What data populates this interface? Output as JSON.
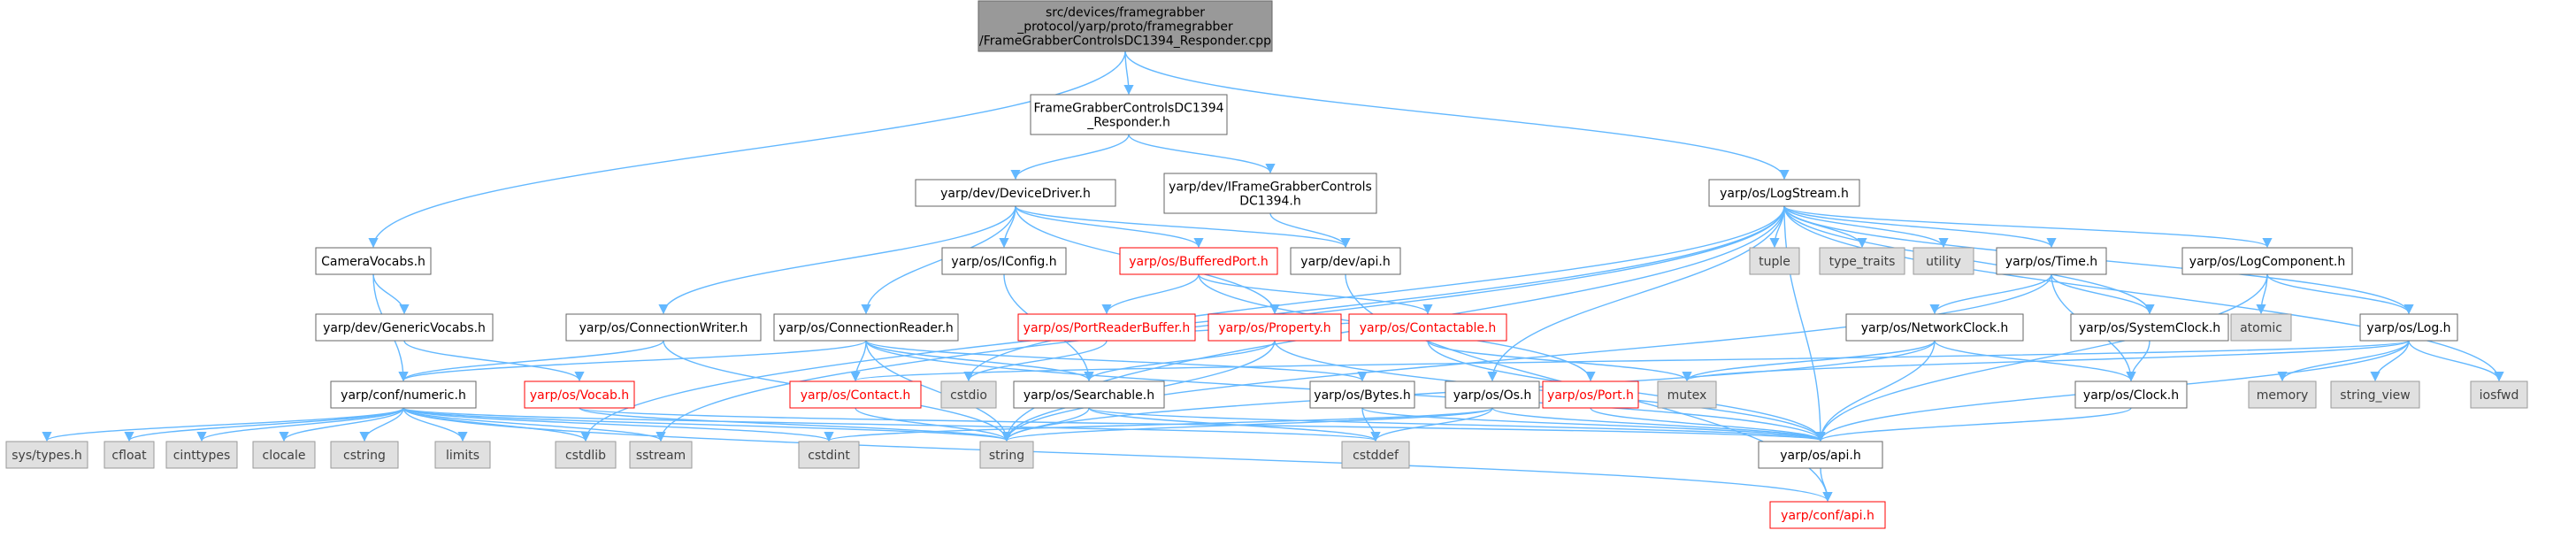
{
  "styles": {
    "root": {
      "fill": "#999999",
      "stroke": "#666666",
      "text": "#000000"
    },
    "normal": {
      "fill": "#ffffff",
      "stroke": "#666666",
      "text": "#000000"
    },
    "red": {
      "fill": "#ffffff",
      "stroke": "#ff0000",
      "text": "#ff0000"
    },
    "gray": {
      "fill": "#e0e0e0",
      "stroke": "#999999",
      "text": "#404040"
    },
    "edge_color": "#63b8ff"
  },
  "nodes": {
    "root": {
      "lines": [
        "src/devices/framegrabber",
        "_protocol/yarp/proto/framegrabber",
        "/FrameGrabberControlsDC1394_Responder.cpp"
      ],
      "style": "root"
    },
    "fgr": {
      "lines": [
        "FrameGrabberControlsDC1394",
        "_Responder.h"
      ],
      "style": "normal"
    },
    "camvocabs": {
      "lines": [
        "CameraVocabs.h"
      ],
      "style": "normal"
    },
    "devicedriver": {
      "lines": [
        "yarp/dev/DeviceDriver.h"
      ],
      "style": "normal"
    },
    "ifgc": {
      "lines": [
        "yarp/dev/IFrameGrabberControls",
        "DC1394.h"
      ],
      "style": "normal"
    },
    "logstream": {
      "lines": [
        "yarp/os/LogStream.h"
      ],
      "style": "normal"
    },
    "genericvocabs": {
      "lines": [
        "yarp/dev/GenericVocabs.h"
      ],
      "style": "normal"
    },
    "iconfig": {
      "lines": [
        "yarp/os/IConfig.h"
      ],
      "style": "normal"
    },
    "bufferedport": {
      "lines": [
        "yarp/os/BufferedPort.h"
      ],
      "style": "red"
    },
    "devapi": {
      "lines": [
        "yarp/dev/api.h"
      ],
      "style": "normal"
    },
    "tuple": {
      "lines": [
        "tuple"
      ],
      "style": "gray"
    },
    "type_traits": {
      "lines": [
        "type_traits"
      ],
      "style": "gray"
    },
    "utility": {
      "lines": [
        "utility"
      ],
      "style": "gray"
    },
    "time": {
      "lines": [
        "yarp/os/Time.h"
      ],
      "style": "normal"
    },
    "logcomponent": {
      "lines": [
        "yarp/os/LogComponent.h"
      ],
      "style": "normal"
    },
    "connwriter": {
      "lines": [
        "yarp/os/ConnectionWriter.h"
      ],
      "style": "normal"
    },
    "connreader": {
      "lines": [
        "yarp/os/ConnectionReader.h"
      ],
      "style": "normal"
    },
    "portreaderbuffer": {
      "lines": [
        "yarp/os/PortReaderBuffer.h"
      ],
      "style": "red"
    },
    "property": {
      "lines": [
        "yarp/os/Property.h"
      ],
      "style": "red"
    },
    "contactable": {
      "lines": [
        "yarp/os/Contactable.h"
      ],
      "style": "red"
    },
    "networkclock": {
      "lines": [
        "yarp/os/NetworkClock.h"
      ],
      "style": "normal"
    },
    "systemclock": {
      "lines": [
        "yarp/os/SystemClock.h"
      ],
      "style": "normal"
    },
    "atomic": {
      "lines": [
        "atomic"
      ],
      "style": "gray"
    },
    "log": {
      "lines": [
        "yarp/os/Log.h"
      ],
      "style": "normal"
    },
    "numeric": {
      "lines": [
        "yarp/conf/numeric.h"
      ],
      "style": "normal"
    },
    "vocab": {
      "lines": [
        "yarp/os/Vocab.h"
      ],
      "style": "red"
    },
    "contact": {
      "lines": [
        "yarp/os/Contact.h"
      ],
      "style": "red"
    },
    "cstdio": {
      "lines": [
        "cstdio"
      ],
      "style": "gray"
    },
    "searchable": {
      "lines": [
        "yarp/os/Searchable.h"
      ],
      "style": "normal"
    },
    "bytes": {
      "lines": [
        "yarp/os/Bytes.h"
      ],
      "style": "normal"
    },
    "os": {
      "lines": [
        "yarp/os/Os.h"
      ],
      "style": "normal"
    },
    "port": {
      "lines": [
        "yarp/os/Port.h"
      ],
      "style": "red"
    },
    "mutex": {
      "lines": [
        "mutex"
      ],
      "style": "gray"
    },
    "clock": {
      "lines": [
        "yarp/os/Clock.h"
      ],
      "style": "normal"
    },
    "memory": {
      "lines": [
        "memory"
      ],
      "style": "gray"
    },
    "string_view": {
      "lines": [
        "string_view"
      ],
      "style": "gray"
    },
    "iosfwd": {
      "lines": [
        "iosfwd"
      ],
      "style": "gray"
    },
    "systypes": {
      "lines": [
        "sys/types.h"
      ],
      "style": "gray"
    },
    "cfloat": {
      "lines": [
        "cfloat"
      ],
      "style": "gray"
    },
    "cinttypes": {
      "lines": [
        "cinttypes"
      ],
      "style": "gray"
    },
    "clocale": {
      "lines": [
        "clocale"
      ],
      "style": "gray"
    },
    "cstring": {
      "lines": [
        "cstring"
      ],
      "style": "gray"
    },
    "limits": {
      "lines": [
        "limits"
      ],
      "style": "gray"
    },
    "cstdlib": {
      "lines": [
        "cstdlib"
      ],
      "style": "gray"
    },
    "sstream": {
      "lines": [
        "sstream"
      ],
      "style": "gray"
    },
    "cstdint": {
      "lines": [
        "cstdint"
      ],
      "style": "gray"
    },
    "string": {
      "lines": [
        "string"
      ],
      "style": "gray"
    },
    "cstddef": {
      "lines": [
        "cstddef"
      ],
      "style": "gray"
    },
    "osapi": {
      "lines": [
        "yarp/os/api.h"
      ],
      "style": "normal"
    },
    "confapi": {
      "lines": [
        "yarp/conf/api.h"
      ],
      "style": "red"
    }
  },
  "edges": [
    [
      "root",
      "fgr"
    ],
    [
      "root",
      "camvocabs"
    ],
    [
      "root",
      "logstream"
    ],
    [
      "fgr",
      "devicedriver"
    ],
    [
      "fgr",
      "ifgc"
    ],
    [
      "ifgc",
      "devapi"
    ],
    [
      "camvocabs",
      "genericvocabs"
    ],
    [
      "camvocabs",
      "numeric"
    ],
    [
      "genericvocabs",
      "vocab"
    ],
    [
      "devicedriver",
      "iconfig"
    ],
    [
      "devicedriver",
      "bufferedport"
    ],
    [
      "devicedriver",
      "devapi"
    ],
    [
      "devicedriver",
      "connwriter"
    ],
    [
      "devicedriver",
      "connreader"
    ],
    [
      "devicedriver",
      "property"
    ],
    [
      "iconfig",
      "searchable"
    ],
    [
      "bufferedport",
      "portreaderbuffer"
    ],
    [
      "bufferedport",
      "contactable"
    ],
    [
      "bufferedport",
      "port"
    ],
    [
      "devapi",
      "confapi"
    ],
    [
      "logstream",
      "tuple"
    ],
    [
      "logstream",
      "type_traits"
    ],
    [
      "logstream",
      "utility"
    ],
    [
      "logstream",
      "time"
    ],
    [
      "logstream",
      "logcomponent"
    ],
    [
      "logstream",
      "systemclock"
    ],
    [
      "logstream",
      "log"
    ],
    [
      "logstream",
      "iosfwd"
    ],
    [
      "logstream",
      "os"
    ],
    [
      "logstream",
      "osapi"
    ],
    [
      "logstream",
      "string"
    ],
    [
      "logstream",
      "sstream"
    ],
    [
      "logstream",
      "cstdlib"
    ],
    [
      "logstream",
      "cstdio"
    ],
    [
      "time",
      "networkclock"
    ],
    [
      "time",
      "systemclock"
    ],
    [
      "time",
      "clock"
    ],
    [
      "time",
      "string"
    ],
    [
      "logcomponent",
      "atomic"
    ],
    [
      "logcomponent",
      "log"
    ],
    [
      "logcomponent",
      "osapi"
    ],
    [
      "log",
      "mutex"
    ],
    [
      "log",
      "memory"
    ],
    [
      "log",
      "string_view"
    ],
    [
      "log",
      "iosfwd"
    ],
    [
      "log",
      "osapi"
    ],
    [
      "log",
      "contact"
    ],
    [
      "networkclock",
      "clock"
    ],
    [
      "networkclock",
      "mutex"
    ],
    [
      "networkclock",
      "string"
    ],
    [
      "networkclock",
      "osapi"
    ],
    [
      "systemclock",
      "clock"
    ],
    [
      "clock",
      "osapi"
    ],
    [
      "connwriter",
      "numeric"
    ],
    [
      "connwriter",
      "string"
    ],
    [
      "connreader",
      "numeric"
    ],
    [
      "connreader",
      "contact"
    ],
    [
      "connreader",
      "searchable"
    ],
    [
      "connreader",
      "bytes"
    ],
    [
      "connreader",
      "string"
    ],
    [
      "connreader",
      "osapi"
    ],
    [
      "portreaderbuffer",
      "cstdio"
    ],
    [
      "portreaderbuffer",
      "contactable"
    ],
    [
      "property",
      "searchable"
    ],
    [
      "property",
      "string"
    ],
    [
      "property",
      "osapi"
    ],
    [
      "contactable",
      "mutex"
    ],
    [
      "contactable",
      "osapi"
    ],
    [
      "port",
      "osapi"
    ],
    [
      "numeric",
      "systypes"
    ],
    [
      "numeric",
      "cfloat"
    ],
    [
      "numeric",
      "cinttypes"
    ],
    [
      "numeric",
      "clocale"
    ],
    [
      "numeric",
      "cstring"
    ],
    [
      "numeric",
      "limits"
    ],
    [
      "numeric",
      "cstdlib"
    ],
    [
      "numeric",
      "sstream"
    ],
    [
      "numeric",
      "cstdint"
    ],
    [
      "numeric",
      "string"
    ],
    [
      "numeric",
      "cstddef"
    ],
    [
      "numeric",
      "confapi"
    ],
    [
      "vocab",
      "string"
    ],
    [
      "vocab",
      "osapi"
    ],
    [
      "contact",
      "string"
    ],
    [
      "searchable",
      "string"
    ],
    [
      "searchable",
      "cstddef"
    ],
    [
      "searchable",
      "osapi"
    ],
    [
      "bytes",
      "cstddef"
    ],
    [
      "bytes",
      "osapi"
    ],
    [
      "os",
      "string"
    ],
    [
      "os",
      "cstddef"
    ],
    [
      "os",
      "cstdint"
    ],
    [
      "os",
      "osapi"
    ],
    [
      "osapi",
      "confapi"
    ]
  ]
}
